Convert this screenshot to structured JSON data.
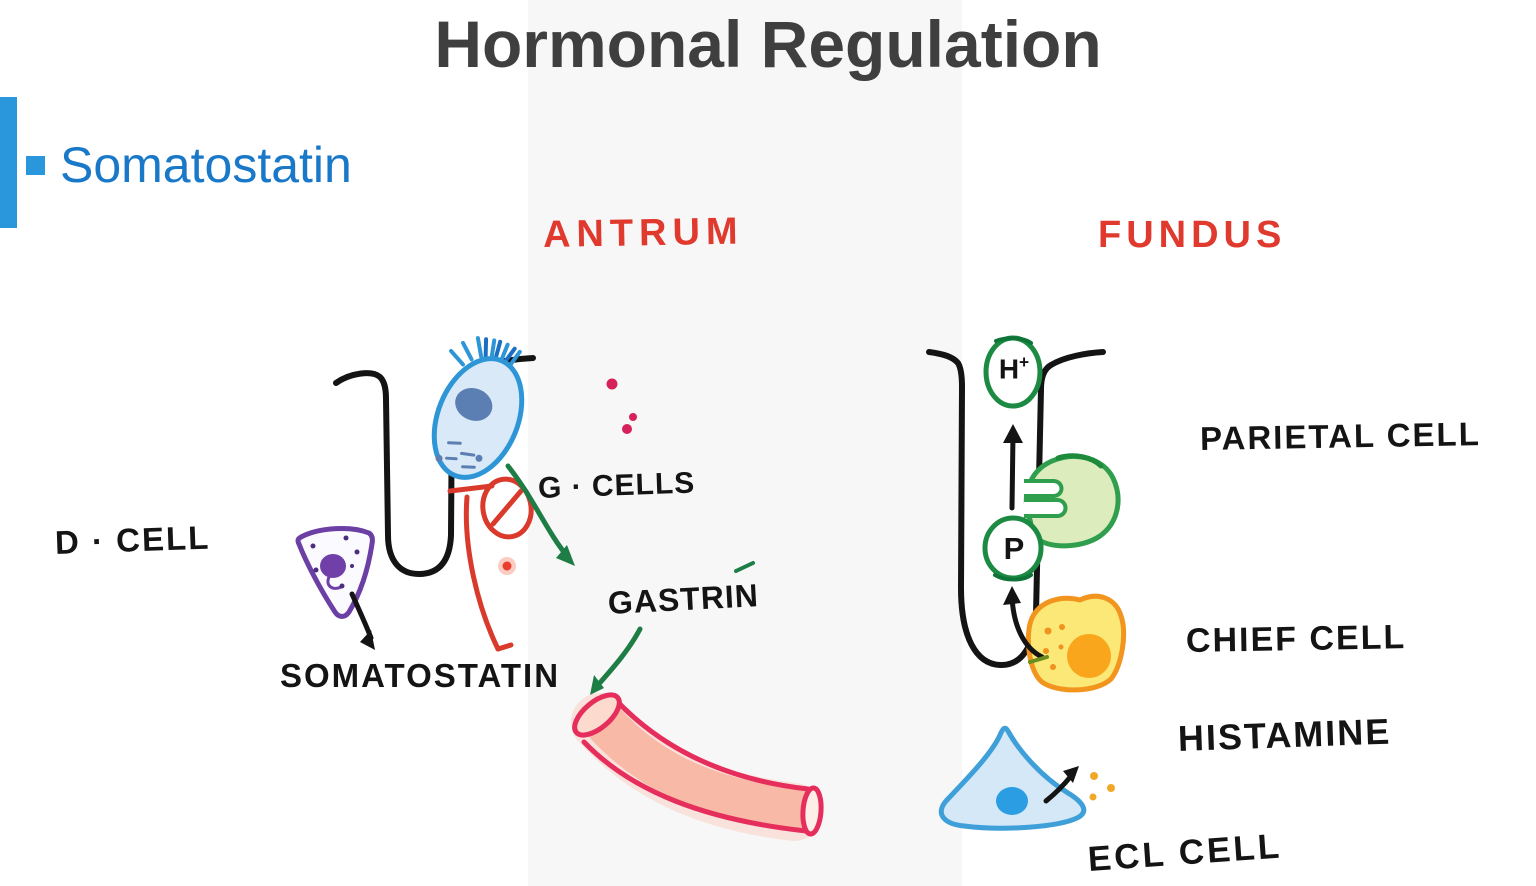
{
  "title": "Hormonal Regulation",
  "topic": {
    "label": "Somatostatin"
  },
  "region_labels": {
    "antrum": "ANTRUM",
    "fundus": "FUNDUS"
  },
  "antrum": {
    "d_cell": "D · CELL",
    "g_cells": "G · CELLS",
    "gastrin": "GASTRIN",
    "somatostatin": "SOMATOSTATIN"
  },
  "fundus": {
    "hydrogen": "H",
    "hydrogen_charge": "+",
    "proton_pump": "P",
    "parietal_cell": "PARIETAL CELL",
    "chief_cell": "CHIEF CELL",
    "histamine": "HISTAMINE",
    "ecl_cell": "ECL CELL"
  },
  "colors": {
    "title_ink": "#3f3f3f",
    "accent_blue": "#2a97dd",
    "topic_blue": "#1a78c8",
    "region_red": "#e0392e",
    "ink": "#141414",
    "stimulate_green": "#1e7d45",
    "inhibit_red": "#d93a2b",
    "vessel_outline_pink": "#e62e5c",
    "vessel_fill_salmon": "#f8b9a6",
    "g_cell_blue": "#2e96d6",
    "d_cell_purple": "#6b3fa4",
    "parietal_green": "#2f9e4d",
    "chief_orange": "#f2951f",
    "ecl_blue": "#3f9fd8",
    "histamine_dot_orange": "#f0a828"
  }
}
